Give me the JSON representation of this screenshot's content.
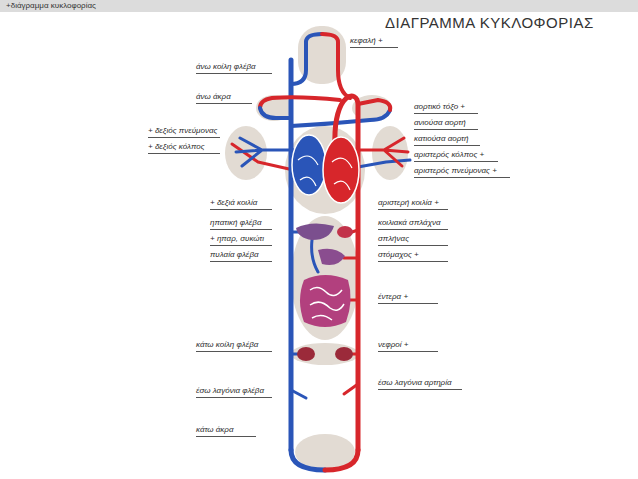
{
  "diagram": {
    "title": "ΔΙΑΓΡΑΜΜΑ ΚΥΚΛΟΦΟΡΙΑΣ",
    "labels": [
      "+διάγραμμα κυκλοφορίας",
      "κεφαλή +",
      "άνω κοίλη φλέβα",
      "άνω άκρα",
      "αορτικό τόξο +",
      "ανιούσα αορτή",
      "+ δεξιός πνεύμονας",
      "κατιούσα αορτή",
      "+ δεξιός κόλπος",
      "αριστερός κόλπος +",
      "αριστερός πνεύμονας +",
      "+ δεξιά κοιλία",
      "αριστερή κοιλία +",
      "ηπατική φλέβα",
      "κοιλιακά σπλάχνα",
      "+ ηπαρ, συκώτι",
      "σπλήνας",
      "πυλαία φλέβα",
      "στόμαχος +",
      "έντερα +",
      "κάτω κοίλη φλέβα",
      "νεφροί +",
      "έσω λαγόνια αρτηρία",
      "έσω λαγόνια φλέβα",
      "κάτω άκρα"
    ]
  }
}
